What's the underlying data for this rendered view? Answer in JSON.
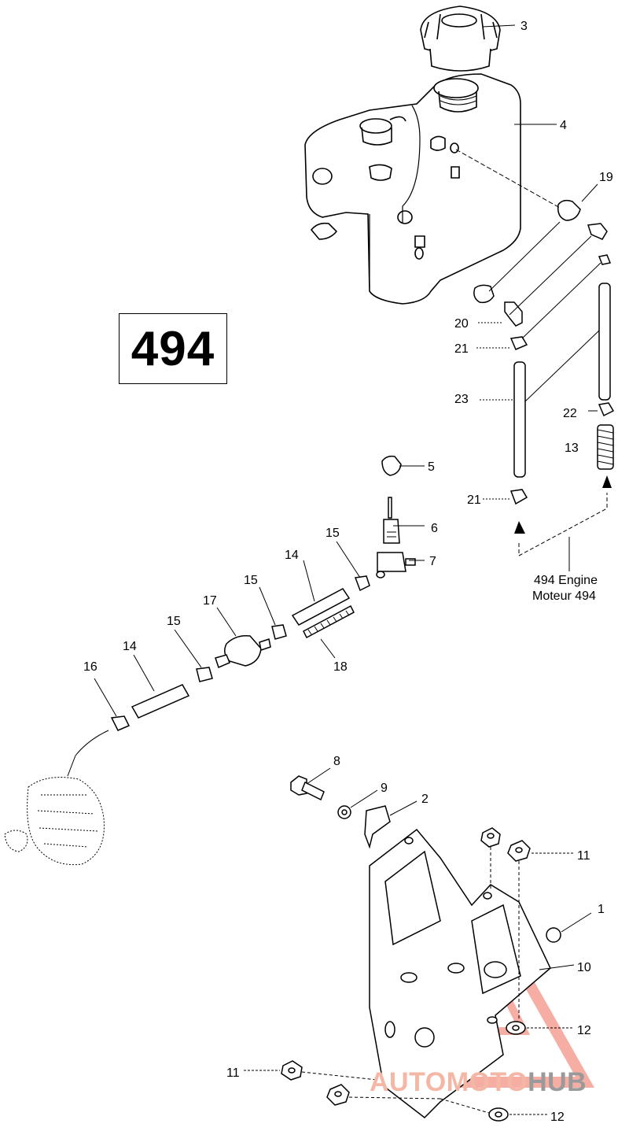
{
  "model_badge": "494",
  "engine_note": {
    "line1": "494 Engine",
    "line2": "Moteur 494"
  },
  "watermark": {
    "part1": "AUTOMOTO",
    "part2": "HUB",
    "color_primary": "#f4b7a6",
    "color_secondary": "#9a9a9a"
  },
  "callouts": {
    "c3": "3",
    "c4": "4",
    "c19": "19",
    "c20": "20",
    "c21a": "21",
    "c23": "23",
    "c22": "22",
    "c13": "13",
    "c5": "5",
    "c6": "6",
    "c7": "7",
    "c21b": "21",
    "c15a": "15",
    "c14a": "14",
    "c15b": "15",
    "c17": "17",
    "c18": "18",
    "c15c": "15",
    "c14b": "14",
    "c16": "16",
    "c8": "8",
    "c9": "9",
    "c2": "2",
    "c11a": "11",
    "c1": "1",
    "c10": "10",
    "c12a": "12",
    "c11b": "11",
    "c12b": "12"
  }
}
